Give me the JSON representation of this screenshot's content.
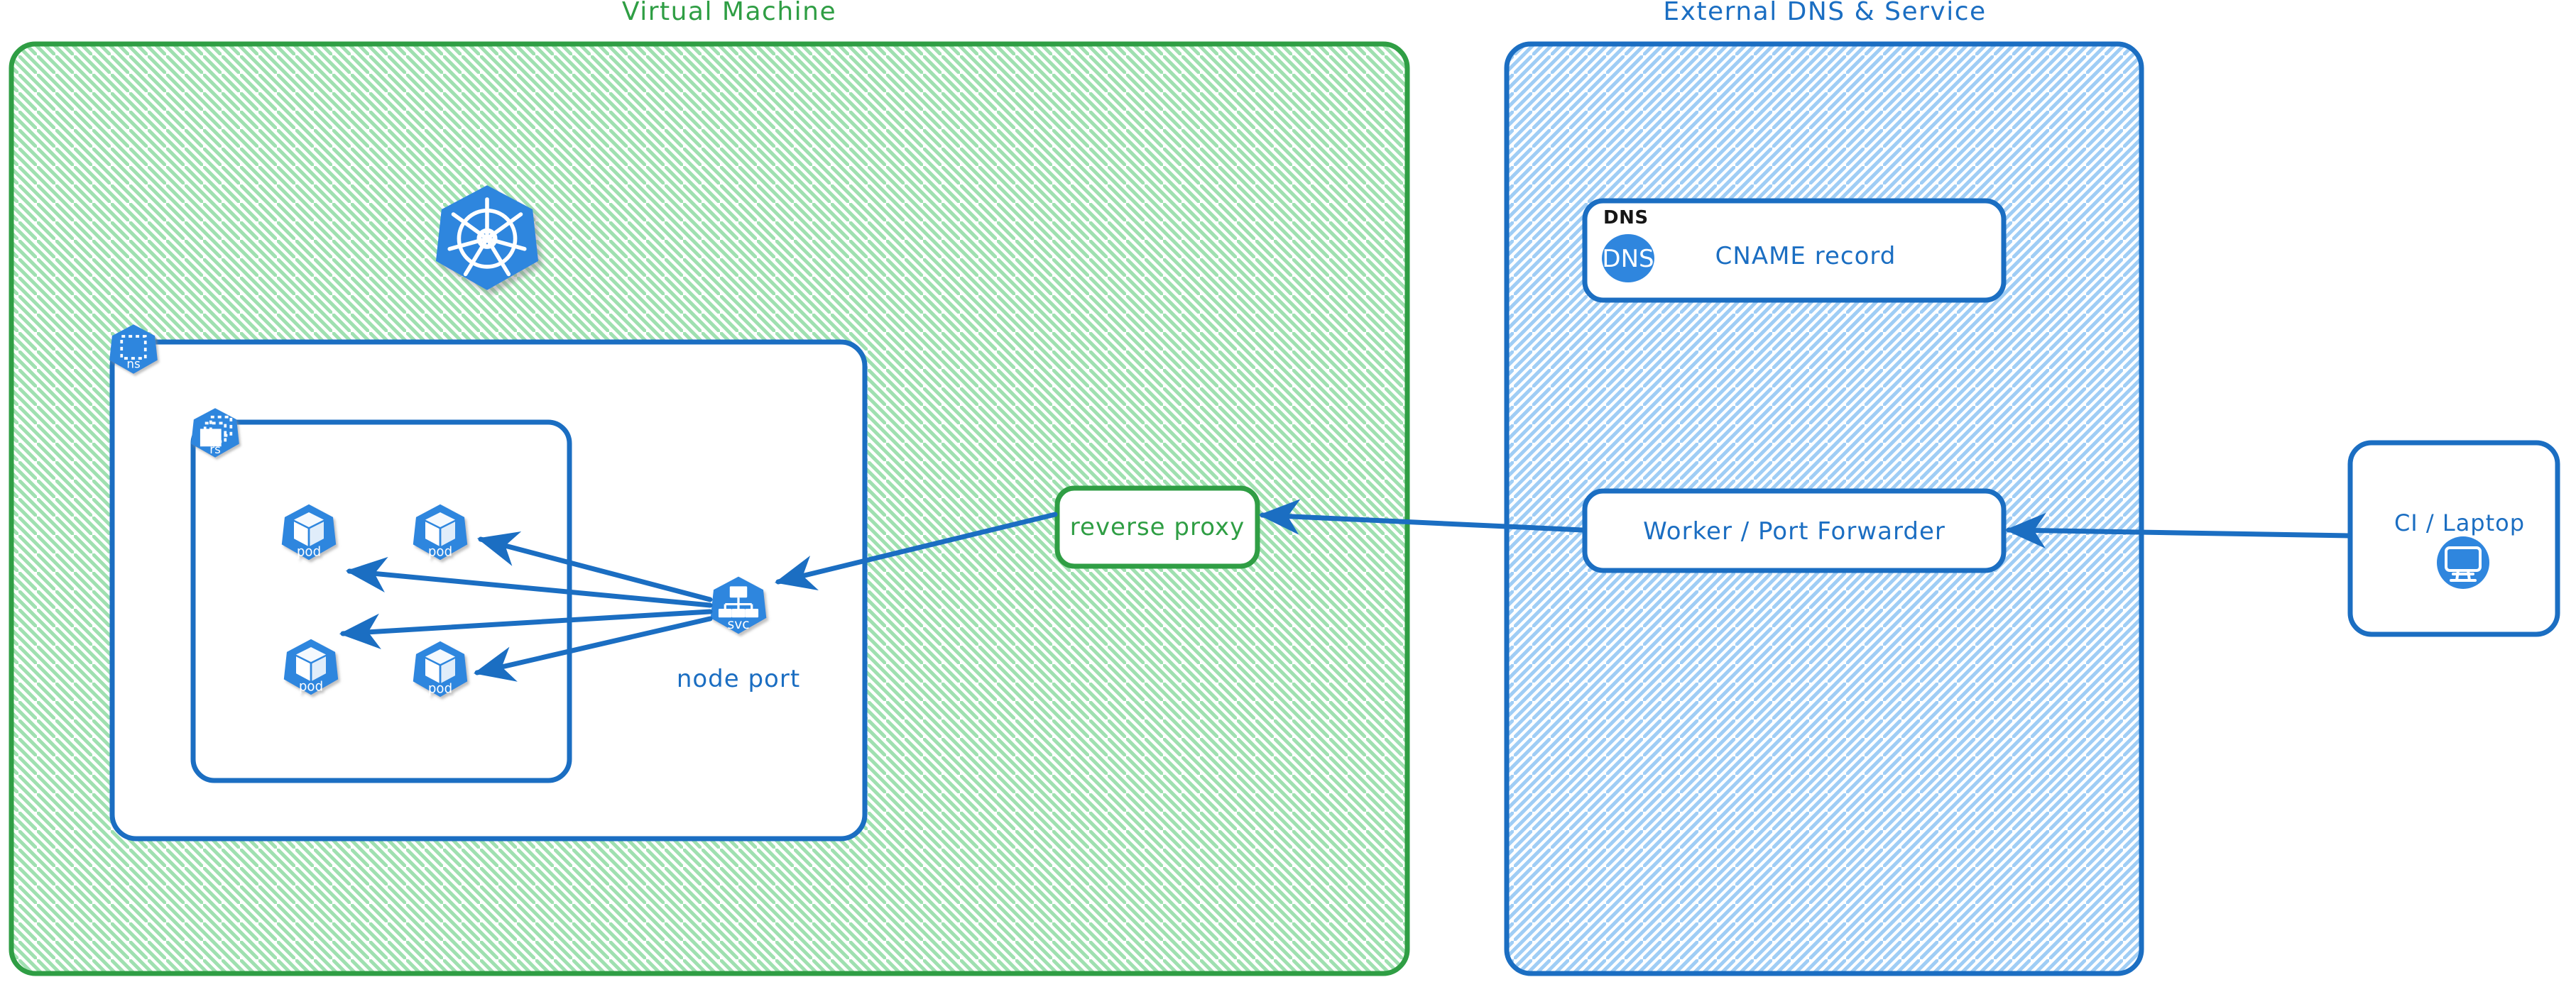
{
  "diagram": {
    "title_hidden": "",
    "colors": {
      "green_stroke": "#2f9e44",
      "green_hatch": "#9fe0b0",
      "blue_stroke": "#1b6ec2",
      "blue_hatch": "#9fcdf5",
      "k8s_blue": "#2f86de",
      "arrow_blue": "#1b6ec2",
      "panel_white": "#ffffff",
      "text_black": "#161616"
    },
    "zones": [
      {
        "id": "vm",
        "label": "Virtual Machine",
        "accent": "green"
      },
      {
        "id": "external",
        "label": "External DNS & Service",
        "accent": "blue"
      }
    ],
    "k8s_logo": {
      "name": "kubernetes-logo",
      "label": ""
    },
    "badges": [
      {
        "id": "ns",
        "label": "ns",
        "icon": "namespace-icon"
      },
      {
        "id": "rs",
        "label": "rs",
        "icon": "replicaset-icon"
      }
    ],
    "pods": [
      {
        "id": "pod1",
        "label": "pod",
        "icon": "pod-icon"
      },
      {
        "id": "pod2",
        "label": "pod",
        "icon": "pod-icon"
      },
      {
        "id": "pod3",
        "label": "pod",
        "icon": "pod-icon"
      },
      {
        "id": "pod4",
        "label": "pod",
        "icon": "pod-icon"
      }
    ],
    "service": {
      "id": "svc",
      "icon_label": "svc",
      "label": "node port",
      "icon": "service-icon"
    },
    "boxes": [
      {
        "id": "reverse-proxy",
        "label": "reverse proxy",
        "accent": "green"
      },
      {
        "id": "dns-record",
        "label": "CNAME record",
        "tag": "DNS",
        "badge": "DNS",
        "accent": "blue",
        "icon": "dns-icon"
      },
      {
        "id": "worker",
        "label": "Worker / Port Forwarder",
        "accent": "blue"
      },
      {
        "id": "client",
        "label": "CI / Laptop",
        "accent": "blue",
        "icon": "monitor-icon"
      }
    ],
    "edges": [
      {
        "from": "svc",
        "to": "pod1",
        "style": "arrow"
      },
      {
        "from": "svc",
        "to": "pod2",
        "style": "arrow"
      },
      {
        "from": "svc",
        "to": "pod3",
        "style": "arrow"
      },
      {
        "from": "svc",
        "to": "pod4",
        "style": "arrow"
      },
      {
        "from": "reverse-proxy",
        "to": "svc",
        "style": "arrow"
      },
      {
        "from": "worker",
        "to": "reverse-proxy",
        "style": "arrow"
      },
      {
        "from": "client",
        "to": "worker",
        "style": "arrow"
      }
    ]
  }
}
